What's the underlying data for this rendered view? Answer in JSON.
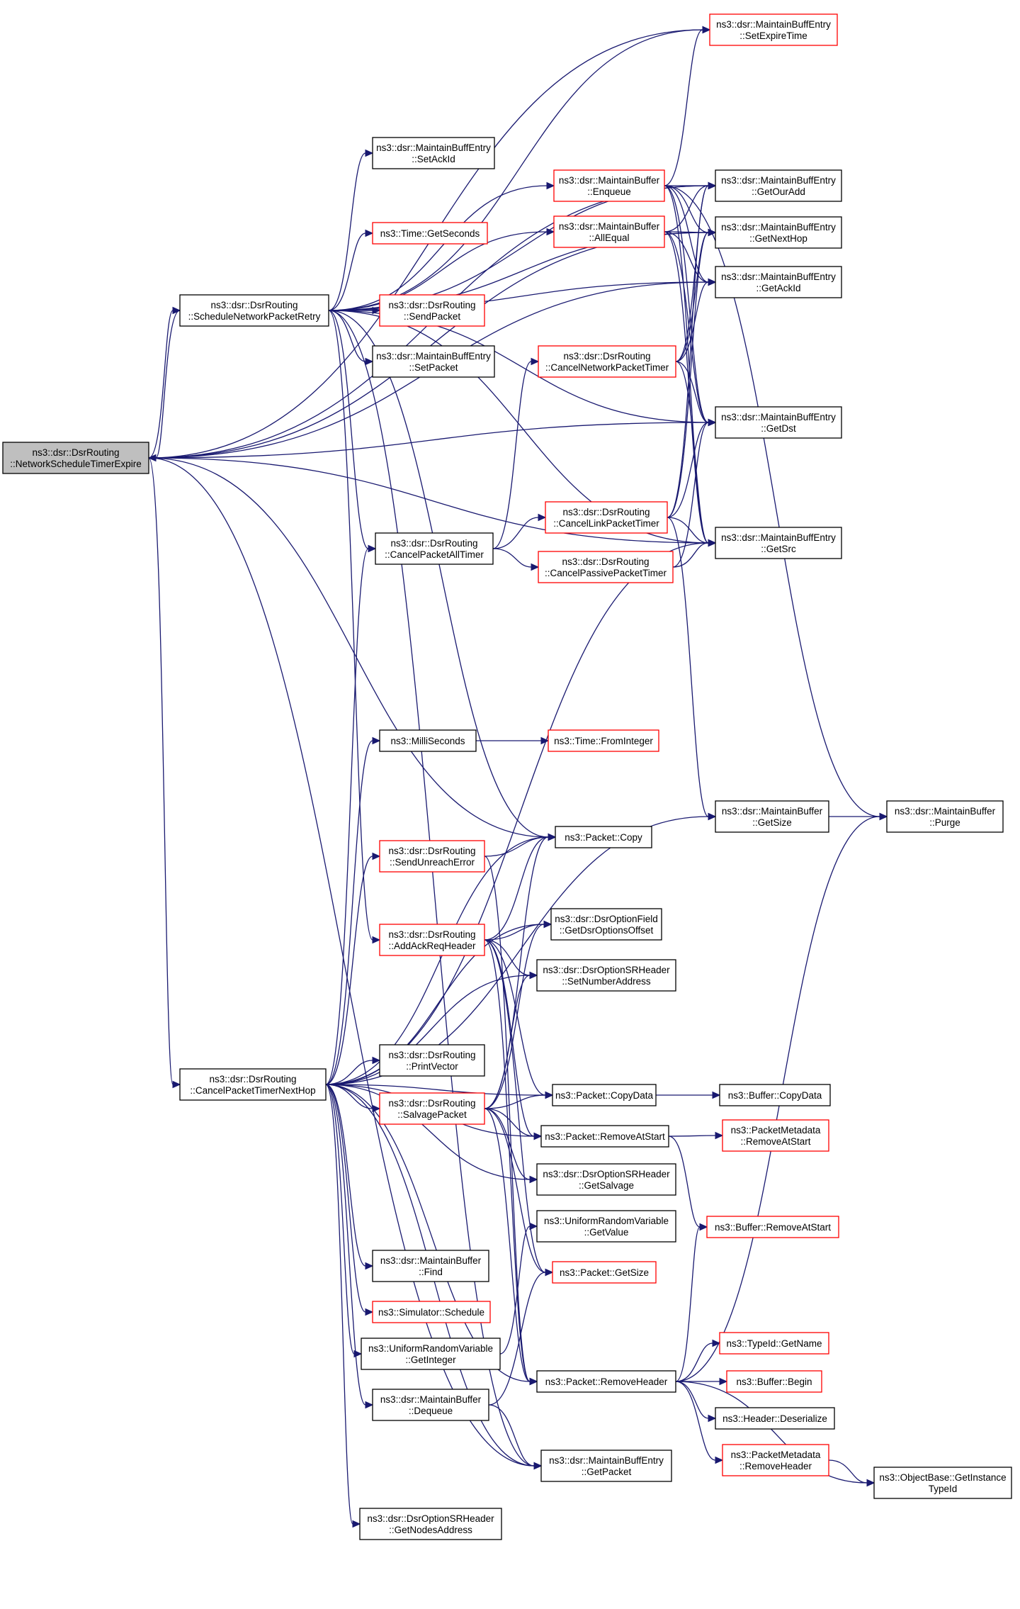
{
  "colors": {
    "edge": "#191970",
    "border_normal": "#000000",
    "border_red": "#ff0000",
    "root_fill": "#bfbfbf",
    "node_fill": "#ffffff"
  },
  "nodes": {
    "root": {
      "lines": [
        "ns3::dsr::DsrRouting",
        "::NetworkScheduleTimerExpire"
      ],
      "red": false,
      "root": true
    },
    "retry": {
      "lines": [
        "ns3::dsr::DsrRouting",
        "::ScheduleNetworkPacketRetry"
      ],
      "red": false
    },
    "nexthop": {
      "lines": [
        "ns3::dsr::DsrRouting",
        "::CancelPacketTimerNextHop"
      ],
      "red": false
    },
    "setAckId": {
      "lines": [
        "ns3::dsr::MaintainBuffEntry",
        "::SetAckId"
      ],
      "red": false
    },
    "timeGetSeconds": {
      "lines": [
        "ns3::Time::GetSeconds"
      ],
      "red": true
    },
    "sendPacket": {
      "lines": [
        "ns3::dsr::DsrRouting",
        "::SendPacket"
      ],
      "red": true
    },
    "setPacket": {
      "lines": [
        "ns3::dsr::MaintainBuffEntry",
        "::SetPacket"
      ],
      "red": false
    },
    "enqueue": {
      "lines": [
        "ns3::dsr::MaintainBuffer",
        "::Enqueue"
      ],
      "red": true
    },
    "allEqual": {
      "lines": [
        "ns3::dsr::MaintainBuffer",
        "::AllEqual"
      ],
      "red": true
    },
    "cancelNet": {
      "lines": [
        "ns3::dsr::DsrRouting",
        "::CancelNetworkPacketTimer"
      ],
      "red": true
    },
    "cancelLink": {
      "lines": [
        "ns3::dsr::DsrRouting",
        "::CancelLinkPacketTimer"
      ],
      "red": true
    },
    "cancelPassive": {
      "lines": [
        "ns3::dsr::DsrRouting",
        "::CancelPassivePacketTimer"
      ],
      "red": true
    },
    "cancelAll": {
      "lines": [
        "ns3::dsr::DsrRouting",
        "::CancelPacketAllTimer"
      ],
      "red": false
    },
    "setExpire": {
      "lines": [
        "ns3::dsr::MaintainBuffEntry",
        "::SetExpireTime"
      ],
      "red": true
    },
    "getOurAdd": {
      "lines": [
        "ns3::dsr::MaintainBuffEntry",
        "::GetOurAdd"
      ],
      "red": false
    },
    "getNextHop": {
      "lines": [
        "ns3::dsr::MaintainBuffEntry",
        "::GetNextHop"
      ],
      "red": false
    },
    "getAckId": {
      "lines": [
        "ns3::dsr::MaintainBuffEntry",
        "::GetAckId"
      ],
      "red": false
    },
    "getDst": {
      "lines": [
        "ns3::dsr::MaintainBuffEntry",
        "::GetDst"
      ],
      "red": false
    },
    "getSrc": {
      "lines": [
        "ns3::dsr::MaintainBuffEntry",
        "::GetSrc"
      ],
      "red": false
    },
    "milli": {
      "lines": [
        "ns3::MilliSeconds"
      ],
      "red": false
    },
    "fromInteger": {
      "lines": [
        "ns3::Time::FromInteger"
      ],
      "red": true
    },
    "bufGetSize": {
      "lines": [
        "ns3::dsr::MaintainBuffer",
        "::GetSize"
      ],
      "red": false
    },
    "purge": {
      "lines": [
        "ns3::dsr::MaintainBuffer",
        "::Purge"
      ],
      "red": false
    },
    "packetCopy": {
      "lines": [
        "ns3::Packet::Copy"
      ],
      "red": false
    },
    "sendUnreach": {
      "lines": [
        "ns3::dsr::DsrRouting",
        "::SendUnreachError"
      ],
      "red": true
    },
    "addAck": {
      "lines": [
        "ns3::dsr::DsrRouting",
        "::AddAckReqHeader"
      ],
      "red": true
    },
    "getDsrOpt": {
      "lines": [
        "ns3::dsr::DsrOptionField",
        "::GetDsrOptionsOffset"
      ],
      "red": false
    },
    "setNumAddr": {
      "lines": [
        "ns3::dsr::DsrOptionSRHeader",
        "::SetNumberAddress"
      ],
      "red": false
    },
    "printVector": {
      "lines": [
        "ns3::dsr::DsrRouting",
        "::PrintVector"
      ],
      "red": false
    },
    "salvage": {
      "lines": [
        "ns3::dsr::DsrRouting",
        "::SalvagePacket"
      ],
      "red": true
    },
    "copyData": {
      "lines": [
        "ns3::Packet::CopyData"
      ],
      "red": false
    },
    "bufCopyData": {
      "lines": [
        "ns3::Buffer::CopyData"
      ],
      "red": false
    },
    "removeAtStart": {
      "lines": [
        "ns3::Packet::RemoveAtStart"
      ],
      "red": false
    },
    "pmRemoveAtStart": {
      "lines": [
        "ns3::PacketMetadata",
        "::RemoveAtStart"
      ],
      "red": true
    },
    "getSalvage": {
      "lines": [
        "ns3::dsr::DsrOptionSRHeader",
        "::GetSalvage"
      ],
      "red": false
    },
    "uniGetValue": {
      "lines": [
        "ns3::UniformRandomVariable",
        "::GetValue"
      ],
      "red": false
    },
    "bufRemoveAtStart": {
      "lines": [
        "ns3::Buffer::RemoveAtStart"
      ],
      "red": true
    },
    "find": {
      "lines": [
        "ns3::dsr::MaintainBuffer",
        "::Find"
      ],
      "red": false
    },
    "packetGetSize": {
      "lines": [
        "ns3::Packet::GetSize"
      ],
      "red": true
    },
    "schedule": {
      "lines": [
        "ns3::Simulator::Schedule"
      ],
      "red": true
    },
    "uniGetInteger": {
      "lines": [
        "ns3::UniformRandomVariable",
        "::GetInteger"
      ],
      "red": false
    },
    "removeHeader": {
      "lines": [
        "ns3::Packet::RemoveHeader"
      ],
      "red": false
    },
    "typeIdGetName": {
      "lines": [
        "ns3::TypeId::GetName"
      ],
      "red": true
    },
    "bufBegin": {
      "lines": [
        "ns3::Buffer::Begin"
      ],
      "red": true
    },
    "hdrDeserialize": {
      "lines": [
        "ns3::Header::Deserialize"
      ],
      "red": false
    },
    "dequeue": {
      "lines": [
        "ns3::dsr::MaintainBuffer",
        "::Dequeue"
      ],
      "red": false
    },
    "pmRemoveHeader": {
      "lines": [
        "ns3::PacketMetadata",
        "::RemoveHeader"
      ],
      "red": true
    },
    "getPacket": {
      "lines": [
        "ns3::dsr::MaintainBuffEntry",
        "::GetPacket"
      ],
      "red": false
    },
    "getInstTypeId": {
      "lines": [
        "ns3::ObjectBase::GetInstance",
        "TypeId"
      ],
      "red": false
    },
    "getNodesAddr": {
      "lines": [
        "ns3::dsr::DsrOptionSRHeader",
        "::GetNodesAddress"
      ],
      "red": false
    }
  },
  "edges": [
    [
      "root",
      "retry"
    ],
    [
      "root",
      "setExpire"
    ],
    [
      "root",
      "getOurAdd"
    ],
    [
      "root",
      "getNextHop"
    ],
    [
      "root",
      "getAckId"
    ],
    [
      "root",
      "getDst"
    ],
    [
      "root",
      "getSrc"
    ],
    [
      "root",
      "packetCopy"
    ],
    [
      "root",
      "nexthop"
    ],
    [
      "root",
      "getPacket"
    ],
    [
      "retry",
      "root"
    ],
    [
      "retry",
      "setExpire"
    ],
    [
      "retry",
      "setAckId"
    ],
    [
      "retry",
      "enqueue"
    ],
    [
      "retry",
      "timeGetSeconds"
    ],
    [
      "retry",
      "allEqual"
    ],
    [
      "retry",
      "sendPacket"
    ],
    [
      "retry",
      "setPacket"
    ],
    [
      "retry",
      "getAckId"
    ],
    [
      "retry",
      "getDst"
    ],
    [
      "retry",
      "getSrc"
    ],
    [
      "retry",
      "getOurAdd"
    ],
    [
      "retry",
      "getNextHop"
    ],
    [
      "retry",
      "cancelAll"
    ],
    [
      "retry",
      "packetCopy"
    ],
    [
      "retry",
      "addAck"
    ],
    [
      "retry",
      "getPacket"
    ],
    [
      "enqueue",
      "setExpire"
    ],
    [
      "enqueue",
      "getOurAdd"
    ],
    [
      "enqueue",
      "getNextHop"
    ],
    [
      "enqueue",
      "getAckId"
    ],
    [
      "enqueue",
      "getDst"
    ],
    [
      "enqueue",
      "getSrc"
    ],
    [
      "enqueue",
      "purge"
    ],
    [
      "allEqual",
      "getOurAdd"
    ],
    [
      "allEqual",
      "getNextHop"
    ],
    [
      "allEqual",
      "getAckId"
    ],
    [
      "allEqual",
      "getDst"
    ],
    [
      "allEqual",
      "getSrc"
    ],
    [
      "cancelNet",
      "getOurAdd"
    ],
    [
      "cancelNet",
      "getNextHop"
    ],
    [
      "cancelNet",
      "getAckId"
    ],
    [
      "cancelNet",
      "getDst"
    ],
    [
      "cancelNet",
      "getSrc"
    ],
    [
      "cancelLink",
      "getOurAdd"
    ],
    [
      "cancelLink",
      "getNextHop"
    ],
    [
      "cancelLink",
      "getDst"
    ],
    [
      "cancelLink",
      "getSrc"
    ],
    [
      "cancelLink",
      "bufGetSize"
    ],
    [
      "cancelPassive",
      "getDst"
    ],
    [
      "cancelPassive",
      "getSrc"
    ],
    [
      "cancelAll",
      "cancelNet"
    ],
    [
      "cancelAll",
      "cancelLink"
    ],
    [
      "cancelAll",
      "cancelPassive"
    ],
    [
      "milli",
      "fromInteger"
    ],
    [
      "bufGetSize",
      "purge"
    ],
    [
      "sendUnreach",
      "packetCopy"
    ],
    [
      "sendUnreach",
      "removeHeader"
    ],
    [
      "addAck",
      "packetCopy"
    ],
    [
      "addAck",
      "getDsrOpt"
    ],
    [
      "addAck",
      "setNumAddr"
    ],
    [
      "addAck",
      "copyData"
    ],
    [
      "addAck",
      "removeAtStart"
    ],
    [
      "addAck",
      "removeHeader"
    ],
    [
      "addAck",
      "packetGetSize"
    ],
    [
      "nexthop",
      "cancelAll"
    ],
    [
      "nexthop",
      "milli"
    ],
    [
      "nexthop",
      "getSrc"
    ],
    [
      "nexthop",
      "packetCopy"
    ],
    [
      "nexthop",
      "sendUnreach"
    ],
    [
      "nexthop",
      "getDsrOpt"
    ],
    [
      "nexthop",
      "setNumAddr"
    ],
    [
      "nexthop",
      "bufGetSize"
    ],
    [
      "nexthop",
      "printVector"
    ],
    [
      "nexthop",
      "salvage"
    ],
    [
      "nexthop",
      "copyData"
    ],
    [
      "nexthop",
      "removeAtStart"
    ],
    [
      "nexthop",
      "getSalvage"
    ],
    [
      "nexthop",
      "find"
    ],
    [
      "nexthop",
      "schedule"
    ],
    [
      "nexthop",
      "uniGetInteger"
    ],
    [
      "nexthop",
      "dequeue"
    ],
    [
      "nexthop",
      "getPacket"
    ],
    [
      "nexthop",
      "getNodesAddr"
    ],
    [
      "nexthop",
      "removeHeader"
    ],
    [
      "salvage",
      "packetCopy"
    ],
    [
      "salvage",
      "getDsrOpt"
    ],
    [
      "salvage",
      "setNumAddr"
    ],
    [
      "salvage",
      "copyData"
    ],
    [
      "salvage",
      "removeAtStart"
    ],
    [
      "salvage",
      "getSalvage"
    ],
    [
      "salvage",
      "removeHeader"
    ],
    [
      "salvage",
      "packetGetSize"
    ],
    [
      "copyData",
      "bufCopyData"
    ],
    [
      "removeAtStart",
      "pmRemoveAtStart"
    ],
    [
      "removeAtStart",
      "bufRemoveAtStart"
    ],
    [
      "uniGetInteger",
      "uniGetValue"
    ],
    [
      "dequeue",
      "packetGetSize"
    ],
    [
      "dequeue",
      "getPacket"
    ],
    [
      "removeHeader",
      "bufRemoveAtStart"
    ],
    [
      "removeHeader",
      "typeIdGetName"
    ],
    [
      "removeHeader",
      "bufBegin"
    ],
    [
      "removeHeader",
      "hdrDeserialize"
    ],
    [
      "removeHeader",
      "pmRemoveHeader"
    ],
    [
      "removeHeader",
      "getInstTypeId"
    ],
    [
      "removeHeader",
      "purge"
    ],
    [
      "pmRemoveHeader",
      "getInstTypeId"
    ]
  ]
}
